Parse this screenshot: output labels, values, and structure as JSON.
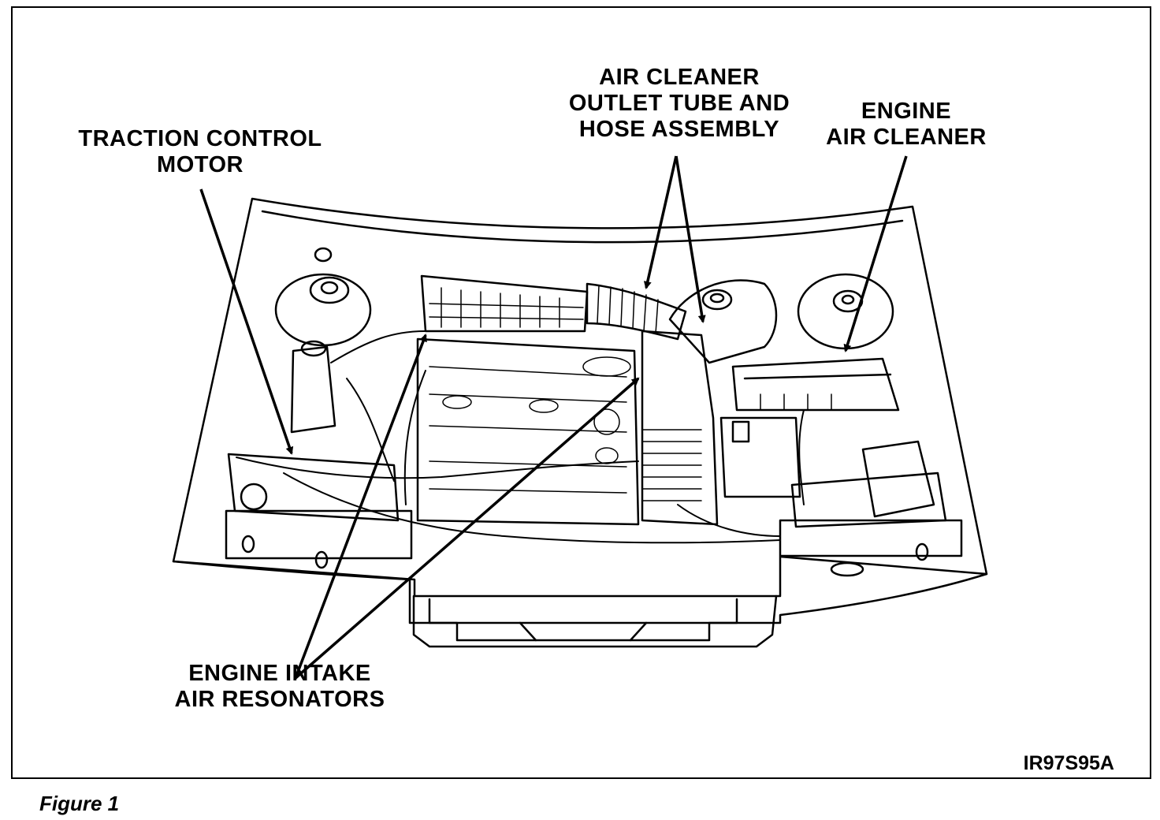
{
  "labels": {
    "traction_control_motor": [
      "TRACTION CONTROL",
      "MOTOR"
    ],
    "air_cleaner_outlet_tube": [
      "AIR CLEANER",
      "OUTLET TUBE AND",
      "HOSE ASSEMBLY"
    ],
    "engine_air_cleaner": [
      "ENGINE",
      "AIR CLEANER"
    ],
    "engine_intake_air_resonators": [
      "ENGINE INTAKE",
      "AIR RESONATORS"
    ]
  },
  "figure_code": "IR97S95A",
  "caption": "Figure 1"
}
